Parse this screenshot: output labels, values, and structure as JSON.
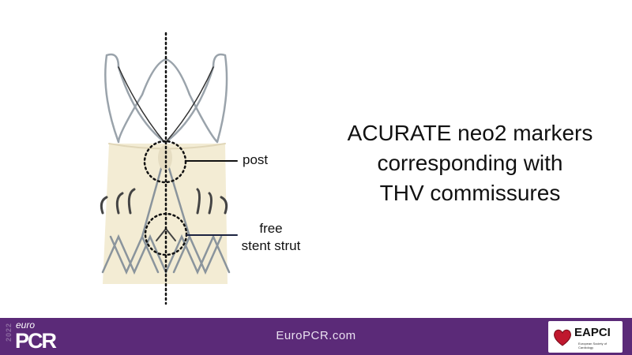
{
  "slide": {
    "title_lines": [
      "ACURATE neo2 markers",
      "corresponding with",
      "THV commissures"
    ],
    "labels": {
      "post": "post",
      "free_line1": "free",
      "free_line2": "stent strut"
    }
  },
  "footer": {
    "year": "2022",
    "logo_euro": "euro",
    "logo_pcr": "PCR",
    "website": "EuroPCR.com",
    "partner": {
      "name": "EAPCI",
      "subtitle": "European Society of Cardiology"
    },
    "background": "#5b2a78"
  }
}
